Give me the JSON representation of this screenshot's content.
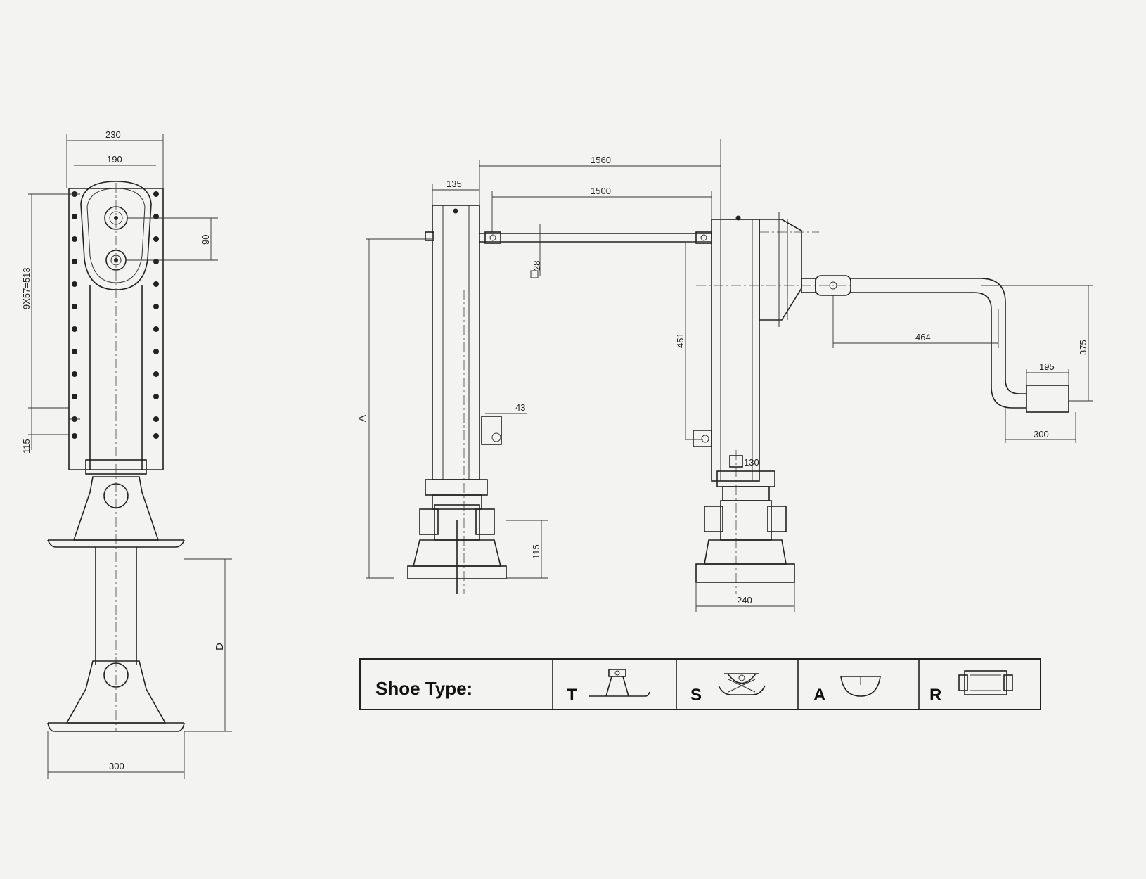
{
  "front_view": {
    "dim_outer_width": "230",
    "dim_inner_width": "190",
    "dim_height_range": "9X57=513",
    "dim_hole_spacing": "90",
    "dim_bottom_offset": "115",
    "dim_travel": "D",
    "dim_foot_width": "300"
  },
  "side_view": {
    "dim_overall_length": "1560",
    "dim_shaft_length": "1500",
    "dim_leg_width": "135",
    "dim_square": "28",
    "dim_height": "A",
    "dim_lug": "43",
    "dim_drop": "451",
    "dim_step": "130",
    "dim_foot_height": "115",
    "dim_base_width": "240",
    "dim_crank_reach": "464",
    "dim_crank_height": "375",
    "dim_handle": "195",
    "dim_crank_total": "300"
  },
  "shoe_table": {
    "title": "Shoe Type:",
    "types": [
      {
        "letter": "T",
        "icon": "t-shoe-icon"
      },
      {
        "letter": "S",
        "icon": "s-shoe-icon"
      },
      {
        "letter": "A",
        "icon": "a-shoe-icon"
      },
      {
        "letter": "R",
        "icon": "r-shoe-icon"
      }
    ]
  }
}
